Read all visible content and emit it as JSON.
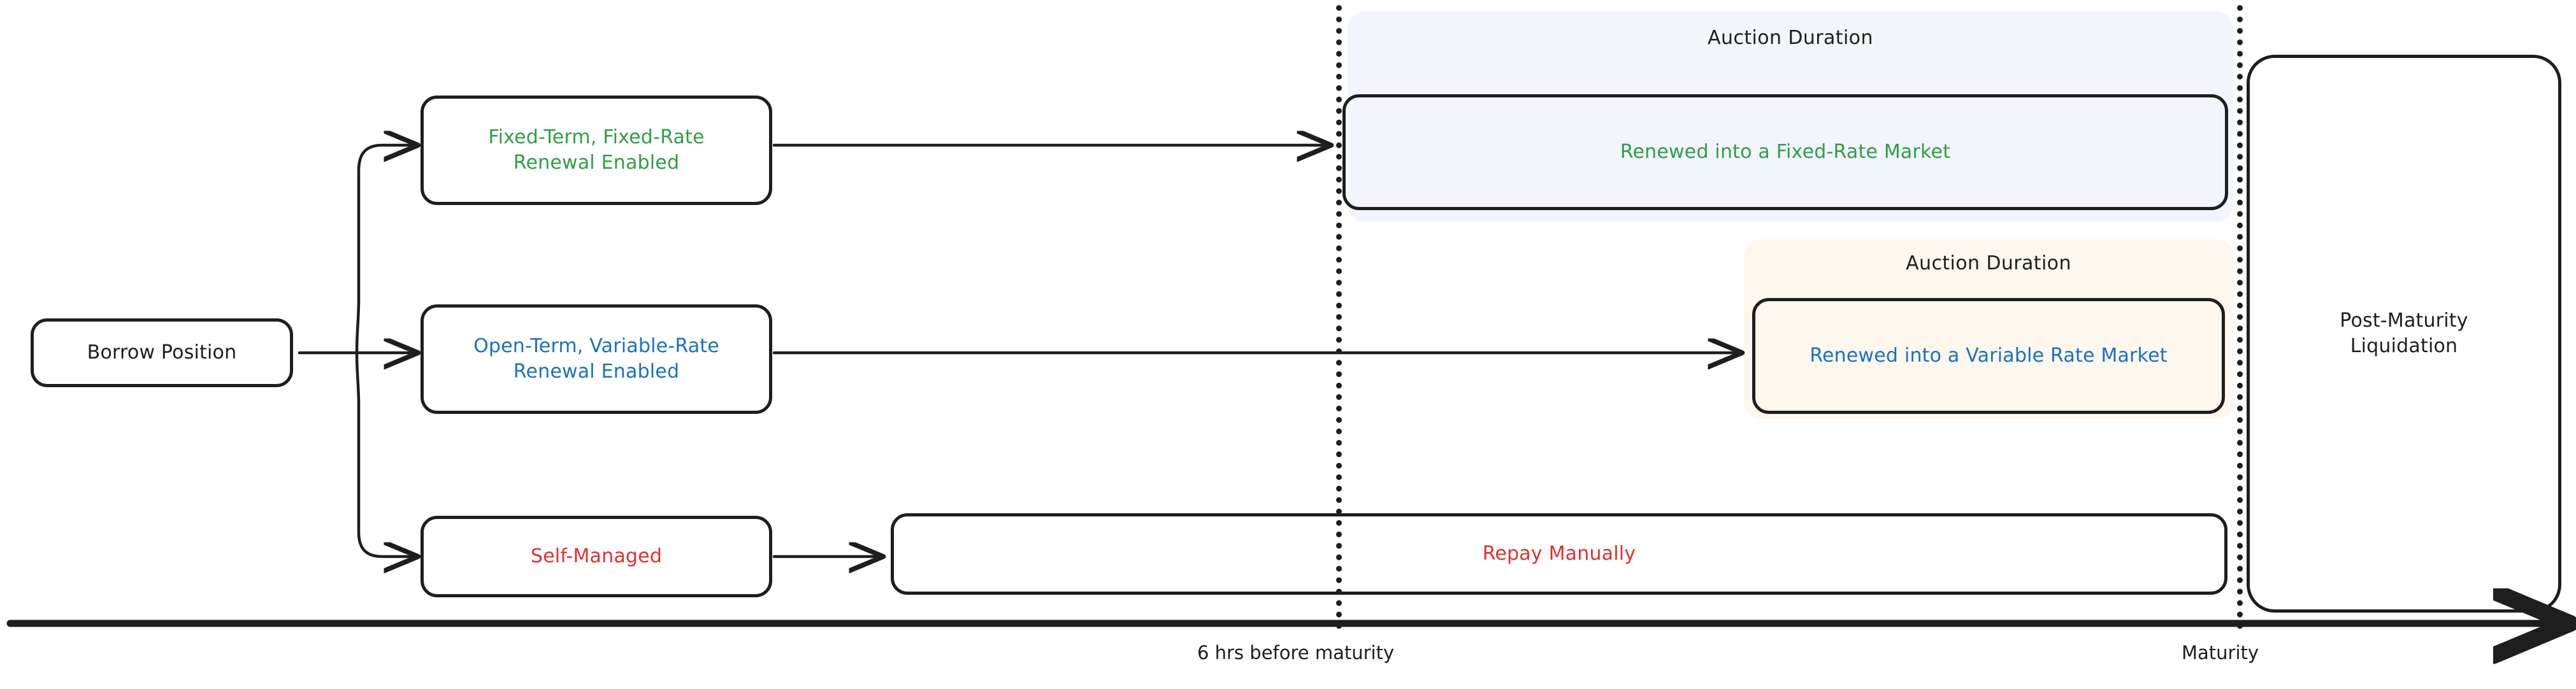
{
  "diagram": {
    "title_hidden": "",
    "colors": {
      "stroke": "#1e1e1e",
      "green": "#2f9e44",
      "blue": "#1971c2",
      "red": "#e03131",
      "panel_blue_bg": "#f2f5fb",
      "panel_cream_bg": "#fdf7ee"
    }
  },
  "start_node": {
    "label": "Borrow Position"
  },
  "branches": [
    {
      "id": "fixed",
      "label": "Fixed-Term, Fixed-Rate\nRenewal Enabled",
      "color": "green"
    },
    {
      "id": "variable",
      "label": "Open-Term, Variable-Rate\nRenewal Enabled",
      "color": "blue"
    },
    {
      "id": "self",
      "label": "Self-Managed",
      "color": "red"
    }
  ],
  "auction_panels": [
    {
      "id": "fixed-auction",
      "title": "Auction Duration",
      "bg": "#f2f5fb"
    },
    {
      "id": "variable-auction",
      "title": "Auction Duration",
      "bg": "#fdf7ee"
    }
  ],
  "outcomes": [
    {
      "id": "fixed-outcome",
      "label": "Renewed into a Fixed-Rate Market",
      "color": "green"
    },
    {
      "id": "variable-outcome",
      "label": "Renewed into a Variable Rate Market",
      "color": "blue"
    },
    {
      "id": "manual-outcome",
      "label": "Repay Manually",
      "color": "red"
    }
  ],
  "terminal_node": {
    "label": "Post-Maturity\nLiquidation"
  },
  "timeline": {
    "markers": [
      {
        "id": "six-hours",
        "label": "6 hrs before maturity"
      },
      {
        "id": "maturity",
        "label": "Maturity"
      }
    ]
  }
}
